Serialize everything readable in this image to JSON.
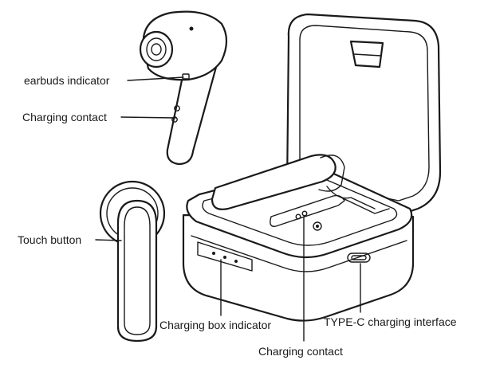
{
  "labels": {
    "earbuds_indicator": "earbuds indicator",
    "charging_contact_top": "Charging contact",
    "touch_button": "Touch button",
    "charging_box_indicator": "Charging box indicator",
    "type_c_interface": "TYPE-C charging interface",
    "charging_contact_bottom": "Charging contact"
  },
  "colors": {
    "line": "#1a1a1a",
    "background": "#ffffff"
  }
}
